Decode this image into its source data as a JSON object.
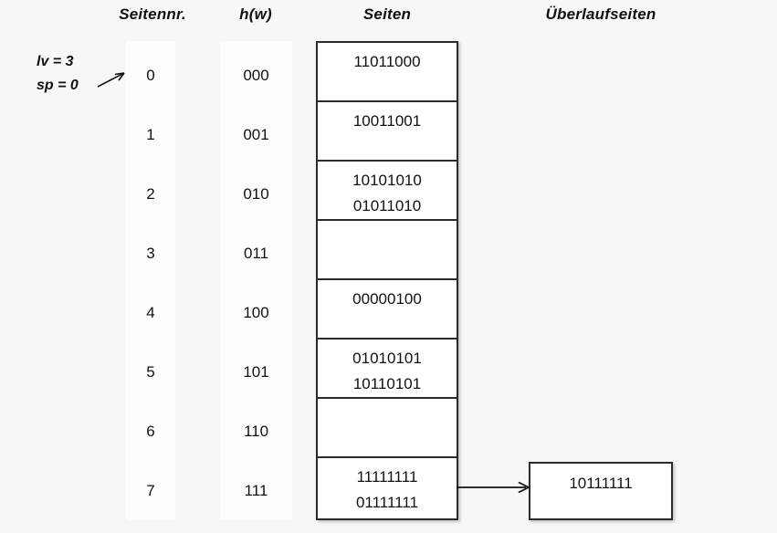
{
  "headers": {
    "index": "Seitennr.",
    "hash": "h(w)",
    "pages": "Seiten",
    "overflow": "Überlaufseiten"
  },
  "params": {
    "level": "lv = 3",
    "split_pointer": "sp = 0"
  },
  "rows": [
    {
      "index": "0",
      "hash": "000",
      "entries": [
        "11011000"
      ]
    },
    {
      "index": "1",
      "hash": "001",
      "entries": [
        "10011001"
      ]
    },
    {
      "index": "2",
      "hash": "010",
      "entries": [
        "10101010",
        "01011010"
      ]
    },
    {
      "index": "3",
      "hash": "011",
      "entries": []
    },
    {
      "index": "4",
      "hash": "100",
      "entries": [
        "00000100"
      ]
    },
    {
      "index": "5",
      "hash": "101",
      "entries": [
        "01010101",
        "10110101"
      ]
    },
    {
      "index": "6",
      "hash": "110",
      "entries": []
    },
    {
      "index": "7",
      "hash": "111",
      "entries": [
        "11111111",
        "01111111"
      ]
    }
  ],
  "overflow_pages": [
    {
      "from_row": 7,
      "entries": [
        "10111111"
      ]
    }
  ],
  "colors": {
    "background": "#f7f7f6",
    "cell_background": "#ffffff",
    "strip_background": "#fdfdfd",
    "border": "#2b2b2b",
    "text": "#111111"
  }
}
